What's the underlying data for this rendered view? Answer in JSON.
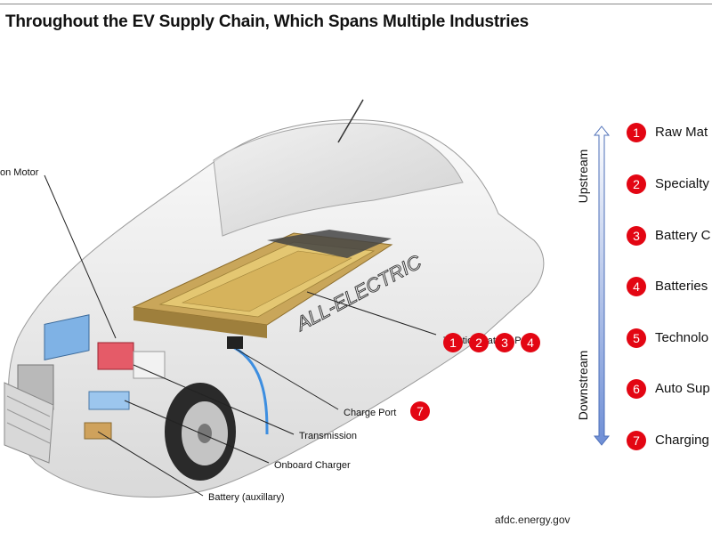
{
  "title": "Throughout the EV Supply Chain, Which Spans Multiple Industries",
  "car_callouts": {
    "motor": "on Motor",
    "traction_battery": "Traction Battery Pack",
    "charge_port": "Charge Port",
    "transmission": "Transmission",
    "onboard_charger": "Onboard Charger",
    "battery_aux": "Battery (auxillary)",
    "car_badge": "ALL-ELECTRIC"
  },
  "traction_badges": [
    "1",
    "2",
    "3",
    "4"
  ],
  "charge_port_badge": "7",
  "supply_chain": {
    "upstream_label": "Upstream",
    "downstream_label": "Downstream",
    "items": [
      {
        "num": "1",
        "label": "Raw Mat"
      },
      {
        "num": "2",
        "label": "Specialty"
      },
      {
        "num": "3",
        "label": "Battery C"
      },
      {
        "num": "4",
        "label": "Batteries"
      },
      {
        "num": "5",
        "label": "Technolo"
      },
      {
        "num": "6",
        "label": "Auto Sup"
      },
      {
        "num": "7",
        "label": "Charging"
      }
    ]
  },
  "source": "afdc.energy.gov",
  "colors": {
    "badge_red": "#e30613",
    "arrow_blue": "#6f8fd6"
  }
}
